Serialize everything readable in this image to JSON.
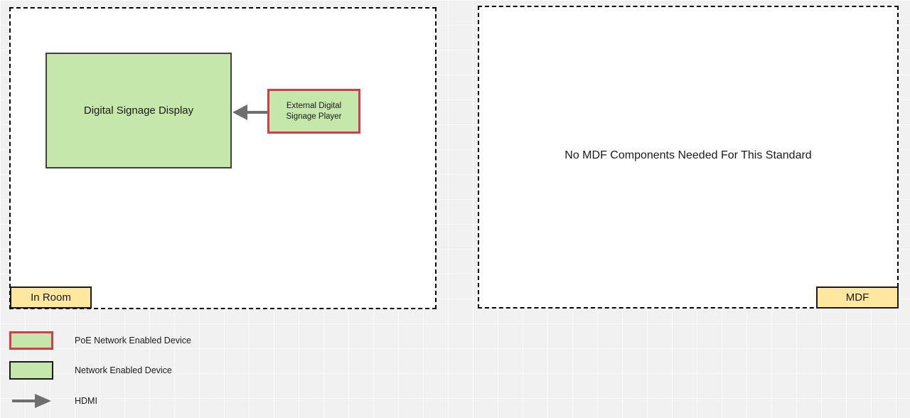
{
  "colors": {
    "canvas_bg": "#f1f1f1",
    "grid_line": "#fafafa",
    "shape_green_fill": "#c5e7ab",
    "shape_green_stroke": "#404040",
    "poe_red_stroke": "#d63b4b",
    "label_yellow_fill": "#ffe79e",
    "container_fill": "#ffffff",
    "container_stroke": "#000000",
    "arrow_gray": "#6e6e6e",
    "text_dark": "#1a1a1a"
  },
  "in_room": {
    "zone_label": "In Room",
    "display_label": "Digital Signage Display",
    "player_label": "External Digital Signage Player",
    "connector_type": "hdmi-arrow"
  },
  "mdf": {
    "zone_label": "MDF",
    "note": "No MDF Components Needed For This Standard"
  },
  "legend": {
    "items": [
      {
        "swatch": "poe-device-swatch",
        "label": "PoE Network Enabled Device"
      },
      {
        "swatch": "network-device-swatch",
        "label": "Network Enabled Device"
      },
      {
        "swatch": "hdmi-arrow-icon",
        "label": "HDMI"
      }
    ]
  }
}
